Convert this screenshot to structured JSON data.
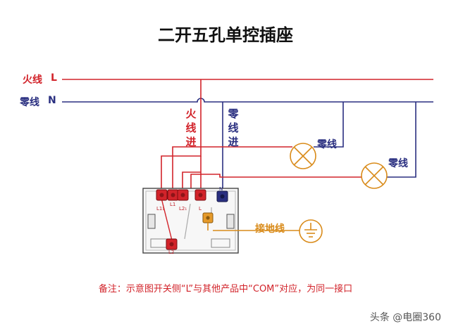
{
  "title": "二开五孔单控插座",
  "lines": {
    "live_label": "火线",
    "live_letter": "L",
    "neutral_label": "零线",
    "neutral_letter": "N"
  },
  "vertical_labels": {
    "live_in": [
      "火",
      "线",
      "进"
    ],
    "neutral_in": [
      "零",
      "线",
      "进"
    ]
  },
  "lamp_labels": {
    "lamp1": "零线",
    "lamp2": "零线"
  },
  "terminals": {
    "l1_1": "L1₁",
    "l1": "L1",
    "l2_1": "L2₁",
    "l": "L",
    "n": "N",
    "l2": "L2"
  },
  "ground_label": "接地线",
  "note": "备注：示意图开关侧“L”与其他产品中“COM”对应，为同一接口",
  "watermark": "头条 @电圈360",
  "colors": {
    "red": "#d2232a",
    "blue": "#2a2f80",
    "orange": "#d98b1a"
  }
}
